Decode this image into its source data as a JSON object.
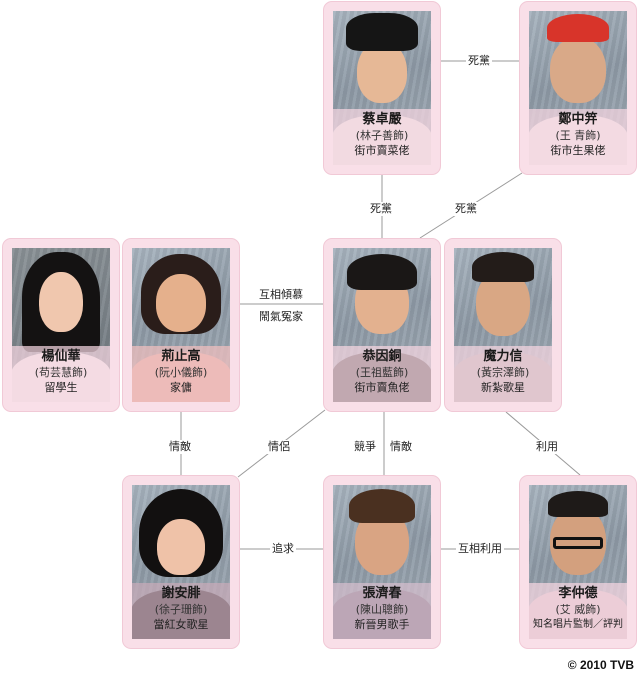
{
  "characters": [
    {
      "id": "choi",
      "name": "蔡卓嚴",
      "actor": "(林子善飾)",
      "role": "街市賣菜佬"
    },
    {
      "id": "cheng",
      "name": "鄭中笄",
      "actor": "(王 青飾)",
      "role": "街市生果佬"
    },
    {
      "id": "yeung",
      "name": "楊仙華",
      "actor": "(苟芸慧飾)",
      "role": "留學生"
    },
    {
      "id": "king",
      "name": "荊止高",
      "actor": "(阮小儀飾)",
      "role": "家傭"
    },
    {
      "id": "kung",
      "name": "恭因銅",
      "actor": "(王祖藍飾)",
      "role": "街市賣魚佬"
    },
    {
      "id": "mo",
      "name": "魔力信",
      "actor": "(黃宗澤飾)",
      "role": "新紮歌星"
    },
    {
      "id": "tse",
      "name": "謝安腓",
      "actor": "(徐子珊飾)",
      "role": "當紅女歌星"
    },
    {
      "id": "cheung",
      "name": "張濟春",
      "actor": "(陳山聰飾)",
      "role": "新晉男歌手"
    },
    {
      "id": "lee",
      "name": "李仲德",
      "actor": "(艾 威飾)",
      "role": "知名唱片監制／評判"
    }
  ],
  "relations": {
    "choi_cheng": "死黨",
    "choi_kung": "死黨",
    "cheng_kung": "死黨",
    "king_kung_1": "互相傾慕",
    "king_kung_2": "鬧氣冤家",
    "king_tse": "情敵",
    "kung_tse": "情侶",
    "kung_cheung_1": "競爭",
    "kung_cheung_2": "情敵",
    "mo_lee": "利用",
    "tse_cheung": "追求",
    "cheung_lee": "互相利用"
  },
  "footer": {
    "copyright": "© 2010 TVB"
  },
  "colors": {
    "card_bg": "#f9dfe8",
    "card_border": "#f1c9d6",
    "line": "#9a9a9a"
  }
}
